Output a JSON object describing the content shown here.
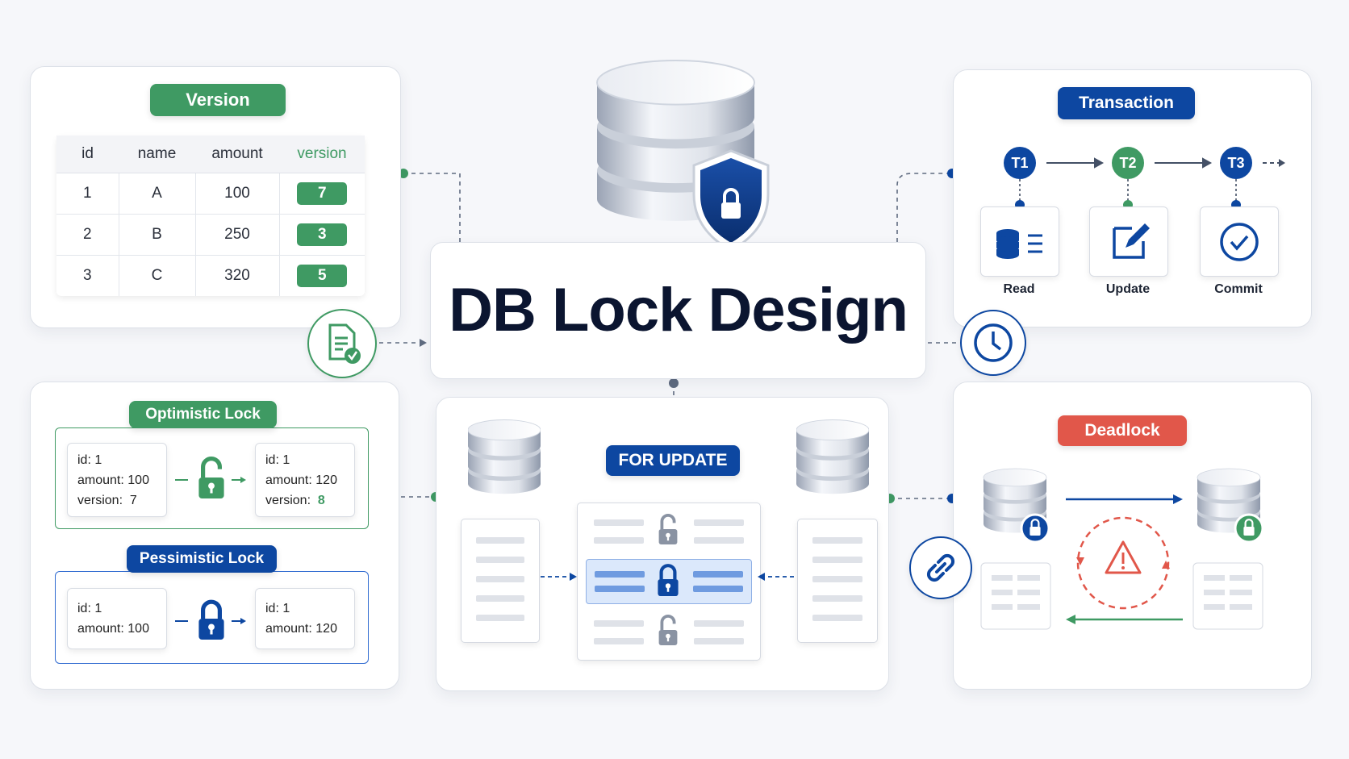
{
  "title": "DB Lock Design",
  "version_panel": {
    "label": "Version",
    "headers": [
      "id",
      "name",
      "amount",
      "version"
    ],
    "rows": [
      {
        "id": "1",
        "name": "A",
        "amount": "100",
        "version": "7"
      },
      {
        "id": "2",
        "name": "B",
        "amount": "250",
        "version": "3"
      },
      {
        "id": "3",
        "name": "C",
        "amount": "320",
        "version": "5"
      }
    ]
  },
  "transaction_panel": {
    "label": "Transaction",
    "steps": [
      {
        "id": "T1",
        "label": "Read"
      },
      {
        "id": "T2",
        "label": "Update"
      },
      {
        "id": "T3",
        "label": "Commit"
      }
    ]
  },
  "optimistic": {
    "label": "Optimistic Lock",
    "before": {
      "id_key": "id:",
      "id": "1",
      "amount_key": "amount:",
      "amount": "100",
      "version_key": "version:",
      "version": "7"
    },
    "after": {
      "id_key": "id:",
      "id": "1",
      "amount_key": "amount:",
      "amount": "120",
      "version_key": "version:",
      "version": "8"
    }
  },
  "pessimistic": {
    "label": "Pessimistic Lock",
    "before": {
      "id_key": "id:",
      "id": "1",
      "amount_key": "amount:",
      "amount": "100"
    },
    "after": {
      "id_key": "id:",
      "id": "1",
      "amount_key": "amount:",
      "amount": "120"
    }
  },
  "for_update": {
    "label": "FOR UPDATE"
  },
  "deadlock": {
    "label": "Deadlock"
  },
  "colors": {
    "green": "#3f9a63",
    "navy": "#0d47a1",
    "red": "#e1574a",
    "blue_row": "#dbe8fb"
  }
}
